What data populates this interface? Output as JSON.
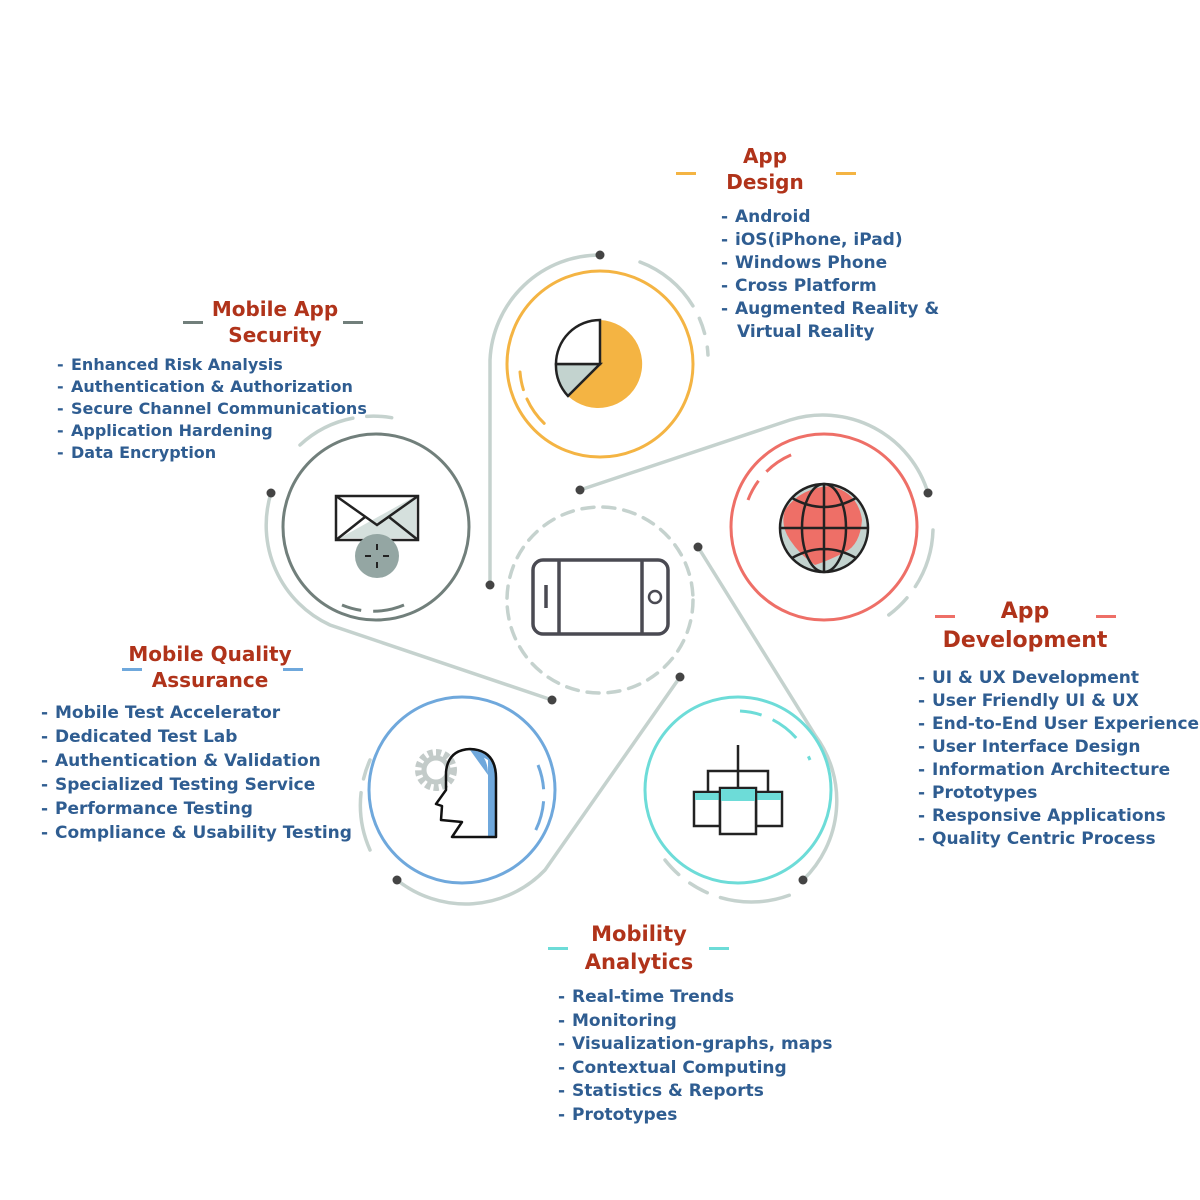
{
  "colors": {
    "design": "#F4B443",
    "security": "#717F7B",
    "development": "#EE6F67",
    "qa": "#6FA8DC",
    "analytics": "#6DDCD8",
    "connector": "#C5D2CE",
    "title": "#B0331A",
    "list": "#2F5D91"
  },
  "center": {
    "icon": "smartphone-icon"
  },
  "sections": {
    "design": {
      "title_l1": "App",
      "title_l2": "Design",
      "icon": "pie-chart-icon",
      "items": [
        "Android",
        "iOS(iPhone, iPad)",
        "Windows Phone",
        "Cross Platform",
        "Augmented Reality &"
      ],
      "item_cont": "Virtual Reality"
    },
    "security": {
      "title_l1": "Mobile App",
      "title_l2": "Security",
      "icon": "envelope-lock-icon",
      "items": [
        "Enhanced Risk Analysis",
        "Authentication & Authorization",
        "Secure Channel Communications",
        "Application Hardening",
        "Data Encryption"
      ]
    },
    "development": {
      "title_l1": "App",
      "title_l2": "Development",
      "icon": "globe-icon",
      "items": [
        "UI & UX Development",
        "User Friendly UI & UX",
        "End-to-End User Experience",
        "User Interface Design",
        "Information Architecture",
        "Prototypes",
        "Responsive Applications",
        "Quality Centric Process"
      ]
    },
    "qa": {
      "title_l1": "Mobile Quality",
      "title_l2": "Assurance",
      "icon": "head-gear-icon",
      "items": [
        "Mobile Test Accelerator",
        "Dedicated Test Lab",
        "Authentication & Validation",
        "Specialized Testing Service",
        "Performance Testing",
        "Compliance & Usability Testing"
      ]
    },
    "analytics": {
      "title_l1": "Mobility",
      "title_l2": "Analytics",
      "icon": "hierarchy-devices-icon",
      "items": [
        "Real-time Trends",
        "Monitoring",
        "Visualization-graphs, maps",
        "Contextual Computing",
        "Statistics & Reports",
        "Prototypes"
      ]
    }
  }
}
